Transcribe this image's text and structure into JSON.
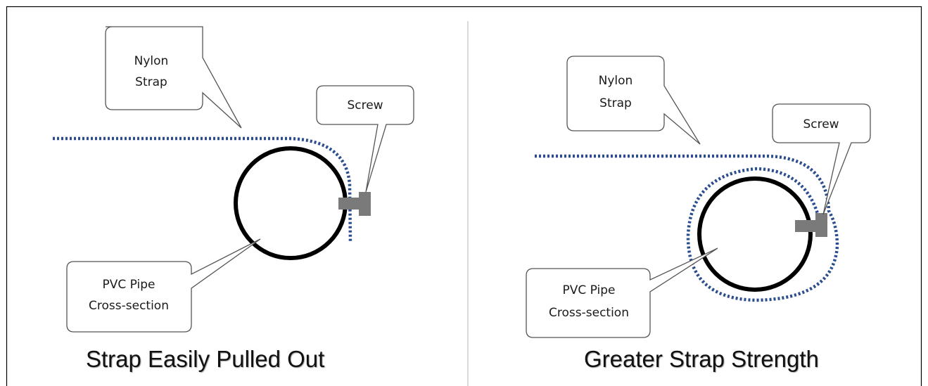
{
  "colors": {
    "strap": "#2a4d8f",
    "pipe": "#000000",
    "screw": "#7a7a7a",
    "callout_border": "#555555",
    "divider": "#d9d9d9"
  },
  "left_panel": {
    "labels": {
      "strap_line1": "Nylon",
      "strap_line2": "Strap",
      "screw": "Screw",
      "pipe_line1": "PVC Pipe",
      "pipe_line2": "Cross-section"
    },
    "caption": "Strap Easily Pulled Out"
  },
  "right_panel": {
    "labels": {
      "strap_line1": "Nylon",
      "strap_line2": "Strap",
      "screw": "Screw",
      "pipe_line1": "PVC Pipe",
      "pipe_line2": "Cross-section"
    },
    "caption": "Greater Strap Strength"
  }
}
